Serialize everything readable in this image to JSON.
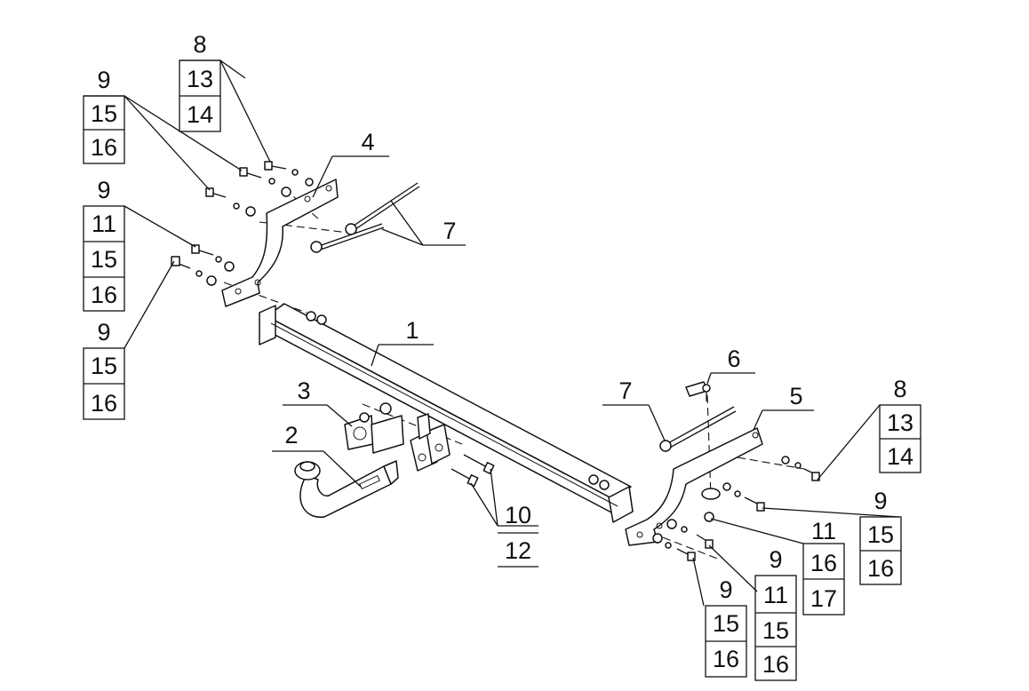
{
  "callouts": {
    "topLeftA": [
      "8",
      "13",
      "14"
    ],
    "topLeftB": [
      "9",
      "15",
      "16"
    ],
    "leftMidA": [
      "9",
      "11",
      "15",
      "16"
    ],
    "leftMidB": [
      "9",
      "15",
      "16"
    ],
    "crossbar": "1",
    "ballHook": "2",
    "socketPlate": "3",
    "leftBracket": "4",
    "rightBracket": "5",
    "clip": "6",
    "wireLeft": "7",
    "wireRight": "7",
    "centerBolts": [
      "10",
      "12"
    ],
    "rightA": [
      "8",
      "13",
      "14"
    ],
    "rightB": [
      "9",
      "15",
      "16"
    ],
    "rightC": [
      "11",
      "16",
      "17"
    ],
    "bottomA": [
      "9",
      "11",
      "15",
      "16"
    ],
    "bottomB": [
      "9",
      "15",
      "16"
    ]
  }
}
